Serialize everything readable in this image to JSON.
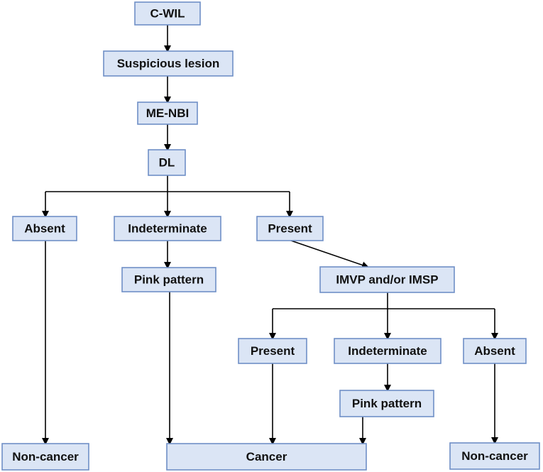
{
  "flowchart": {
    "nodes": {
      "cwil": "C-WIL",
      "suspicious_lesion": "Suspicious lesion",
      "me_nbi": "ME-NBI",
      "dl": "DL",
      "dl_absent": "Absent",
      "dl_indeterminate": "Indeterminate",
      "dl_present": "Present",
      "pink_pattern_1": "Pink pattern",
      "imvp_imsp": "IMVP and/or IMSP",
      "imvp_present": "Present",
      "imvp_indeterminate": "Indeterminate",
      "imvp_absent": "Absent",
      "pink_pattern_2": "Pink pattern",
      "non_cancer_left": "Non-cancer",
      "cancer": "Cancer",
      "non_cancer_right": "Non-cancer"
    }
  }
}
